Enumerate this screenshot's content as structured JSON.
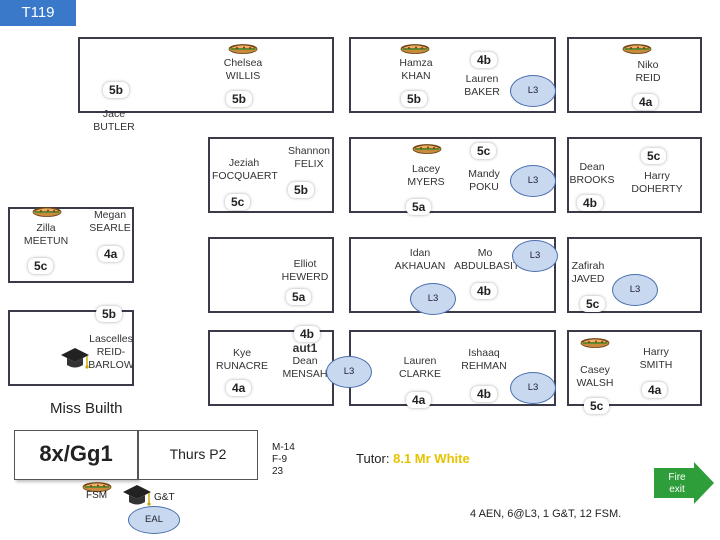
{
  "room_label": "T119",
  "teacher": "Miss Builth",
  "class_code": "8x/Gg1",
  "lesson": "Thurs P2",
  "stats": {
    "line1": "M-14",
    "line2": "F-9",
    "line3": "23"
  },
  "tutor_prefix": "Tutor:",
  "tutor_name": "8.1 Mr White",
  "summary": "4 AEN, 6@L3, 1 G&T, 12 FSM.",
  "legend": {
    "fsm": "FSM",
    "gt": "G&T",
    "eal": "EAL"
  },
  "fire_exit": {
    "line1": "Fire",
    "line2": "exit"
  },
  "students": {
    "chelsea": {
      "name1": "Chelsea",
      "name2": "WILLIS",
      "grade": "5b"
    },
    "jace": {
      "name1": "Jace",
      "name2": "BUTLER",
      "grade": "5b"
    },
    "hamza": {
      "name1": "Hamza",
      "name2": "KHAN",
      "grade": "5b"
    },
    "lauren_b": {
      "name1": "Lauren",
      "name2": "BAKER",
      "grade": "4b",
      "level": "L3"
    },
    "niko": {
      "name1": "Niko",
      "name2": "REID",
      "grade": "4a"
    },
    "jeziah": {
      "name1": "Jeziah",
      "name2": "FOCQUAERT",
      "grade": "5c"
    },
    "shannon": {
      "name1": "Shannon",
      "name2": "FELIX",
      "grade": "5b"
    },
    "lacey": {
      "name1": "Lacey",
      "name2": "MYERS",
      "grade": "5a"
    },
    "mandy": {
      "name1": "Mandy",
      "name2": "POKU",
      "grade": "5c",
      "level": "L3"
    },
    "dean_b": {
      "name1": "Dean",
      "name2": "BROOKS",
      "grade": "4b"
    },
    "harry_d": {
      "name1": "Harry",
      "name2": "DOHERTY",
      "grade": "5c"
    },
    "zilla": {
      "name1": "Zilla",
      "name2": "MEETUN",
      "grade": "5c"
    },
    "megan": {
      "name1": "Megan",
      "name2": "SEARLE",
      "grade": "4a"
    },
    "elliot": {
      "name1": "Elliot",
      "name2": "HEWERD",
      "grade": "5a"
    },
    "idan": {
      "name1": "Idan",
      "name2": "AKHAUAN",
      "level": "L3"
    },
    "mo": {
      "name1": "Mo",
      "name2": "ABDULBASIT",
      "grade": "4b",
      "level": "L3"
    },
    "zafirah": {
      "name1": "Zafirah",
      "name2": "JAVED",
      "grade": "5c",
      "level": "L3"
    },
    "lascelles": {
      "name1": "Lascelles",
      "name2": "REID-",
      "name3": "BARLOW",
      "grade": "5b"
    },
    "kye": {
      "name1": "Kye",
      "name2": "RUNACRE",
      "grade": "4a"
    },
    "dean_m": {
      "name1": "aut1",
      "name2": "Dean",
      "name3": "MENSAH",
      "grade": "4b",
      "level": "L3"
    },
    "lauren_c": {
      "name1": "Lauren",
      "name2": "CLARKE",
      "grade": "4a"
    },
    "ishaaq": {
      "name1": "Ishaaq",
      "name2": "REHMAN",
      "grade": "4b",
      "level": "L3"
    },
    "casey": {
      "name1": "Casey",
      "name2": "WALSH",
      "grade": "5c"
    },
    "harry_s": {
      "name1": "Harry",
      "name2": "SMITH",
      "grade": "4a"
    }
  },
  "colors": {
    "room_bg": "#3a78c9",
    "tutor_highlight": "#e8c300",
    "fire_exit": "#2e9e3a",
    "desk_border": "#3a3a48"
  }
}
